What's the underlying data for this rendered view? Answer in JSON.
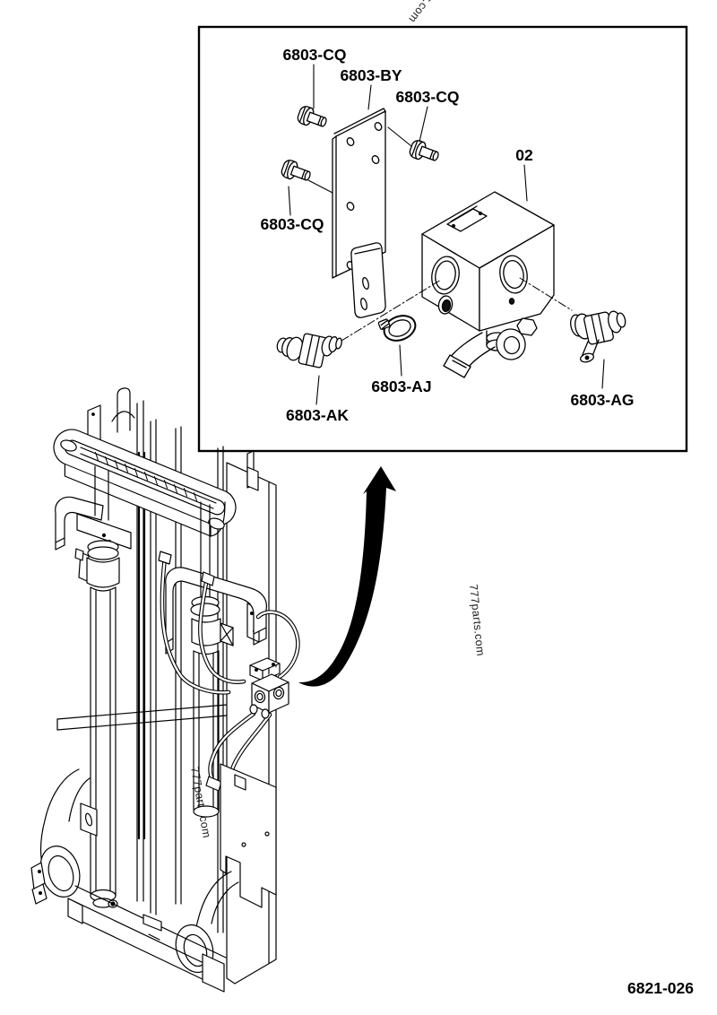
{
  "page": {
    "page_code": "6821-026",
    "watermark_text": "777parts.com",
    "colors": {
      "line": "#000000",
      "background": "#ffffff",
      "arrow": "#000000",
      "watermark": "#1c1c1c"
    }
  },
  "detail_panel": {
    "labels": {
      "cq_top": "6803-CQ",
      "by": "6803-BY",
      "cq_right": "6803-CQ",
      "cq_left": "6803-CQ",
      "item_02": "02",
      "ak": "6803-AK",
      "aj": "6803-AJ",
      "ag": "6803-AG"
    }
  }
}
